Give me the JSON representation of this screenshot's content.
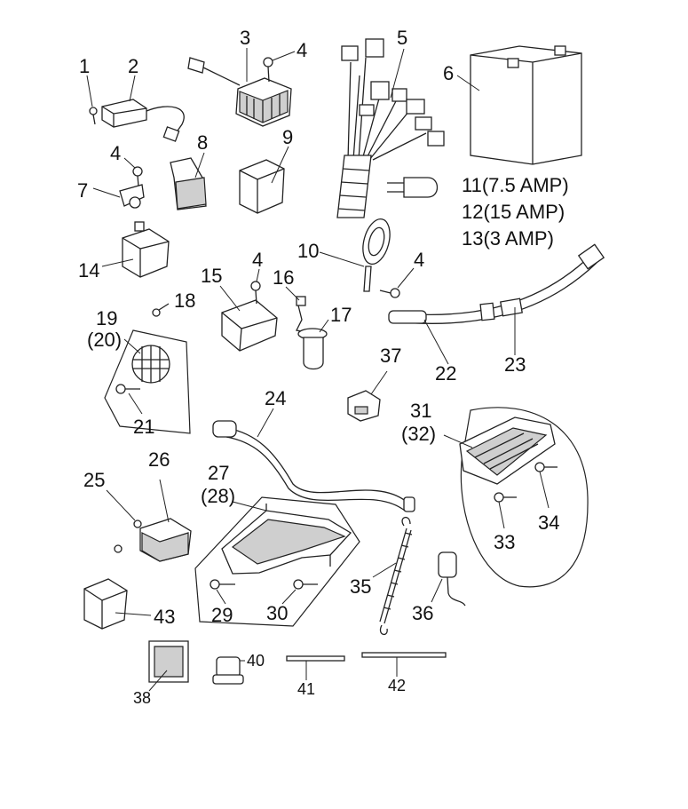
{
  "callouts": {
    "c1": "1",
    "c2": "2",
    "c3": "3",
    "c4a": "4",
    "c5": "5",
    "c6": "6",
    "c4b": "4",
    "c7": "7",
    "c8": "8",
    "c9": "9",
    "c11": "11(7.5 AMP)",
    "c12": "12(15  AMP)",
    "c13": "13(3    AMP)",
    "c10": "10",
    "c4c": "4",
    "c14": "14",
    "c15": "15",
    "c4d": "4",
    "c16": "16",
    "c17": "17",
    "c18": "18",
    "c19": "19",
    "c20": "(20)",
    "c21": "21",
    "c22": "22",
    "c23": "23",
    "c24": "24",
    "c37": "37",
    "c31": "31",
    "c32": "(32)",
    "c25": "25",
    "c26": "26",
    "c27": "27",
    "c28": "(28)",
    "c29": "29",
    "c30": "30",
    "c33": "33",
    "c34": "34",
    "c35": "35",
    "c36": "36",
    "c43": "43",
    "c38": "38",
    "c40": "40",
    "c41": "41",
    "c42": "42"
  }
}
